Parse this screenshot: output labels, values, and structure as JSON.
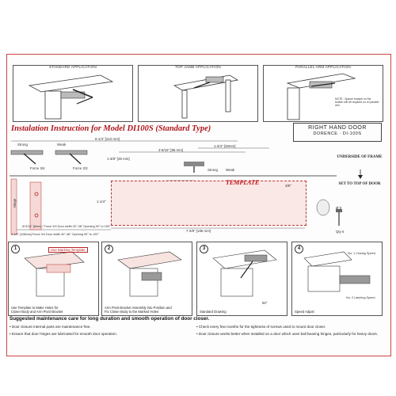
{
  "apps": {
    "standard": "STANDARD APPLICATION",
    "top_jamb": "TOP JAMB APPLICATION",
    "parallel": "PARALLEL ARM APPLICATION",
    "parallel_note": "NOTE : Spacer bracket on the bottom will be required on on parallel arm"
  },
  "title": "Instalation Instruction for Model DI100S (Standard Type)",
  "door": {
    "line1": "RIGHT HAND DOOR",
    "line2": "DORENCE · DI-100S"
  },
  "force": {
    "strong": "Strong",
    "weak": "Weak",
    "force34": "Force 3/4",
    "force23": "Force 2/3"
  },
  "dims": {
    "d1": "8-1/4\" [210 mm]",
    "d2": "3-5/16\" [85 mm]",
    "d3": "1-3/4\" [45mm]",
    "d4": "1-3/8\" [35 mm]",
    "d5": "7-3/8\" [185 mm]",
    "d6": "1-1/4\"",
    "d7": "3/8\"",
    "strong2": "Strong",
    "weak2": "Weak",
    "hinge": "Hinge",
    "hole": "Ø 8",
    "qty": "Qty 6",
    "left_note1": "Ø 5/16\" [8mm] / Force 3/4 Door width 32\"-38\" Opening 90° to 150°",
    "left_note2": "4-1/4\" [108mm] Force 3/4 Door width 40\"-48\" Opening 90° to 120°"
  },
  "template": "TEMPLATE",
  "underside": "UNDERSIDE OF FRAME",
  "set_top": "SET TO TOP OF DOOR",
  "steps": [
    {
      "num": "1",
      "tag": "Use Marking Template",
      "caption": "Use Template to Make Holes for\nCloser Body and Arm Pivot Bracket"
    },
    {
      "num": "2",
      "caption": "Arm Pivot Bracket Assembly into Position and\nFix Closer Body to the Marked Holes"
    },
    {
      "num": "3",
      "caption": "Standard Drawing",
      "angle": "90°"
    },
    {
      "num": "4",
      "caption": "Speed Adjust",
      "no1": "No. 1 Closing Speed",
      "no2": "No. 2 Latching Speed"
    }
  ],
  "maintenance": {
    "title": "Suggested maintenance care for long duration and smooth operation of door closer.",
    "items": [
      "• Door closure internal parts are maintenance free.",
      "• Check every few months for the tightness of screws used to mount door closer.",
      "• Ensure that door hinges are lubricated for smooth door operation.",
      "• Door closure works better when installed on a door which uses ball bearing hinges, particularly for heavy doors."
    ]
  },
  "colors": {
    "accent_red": "#b0161c",
    "template_fill": "#f9e8e6",
    "border": "#555555"
  }
}
